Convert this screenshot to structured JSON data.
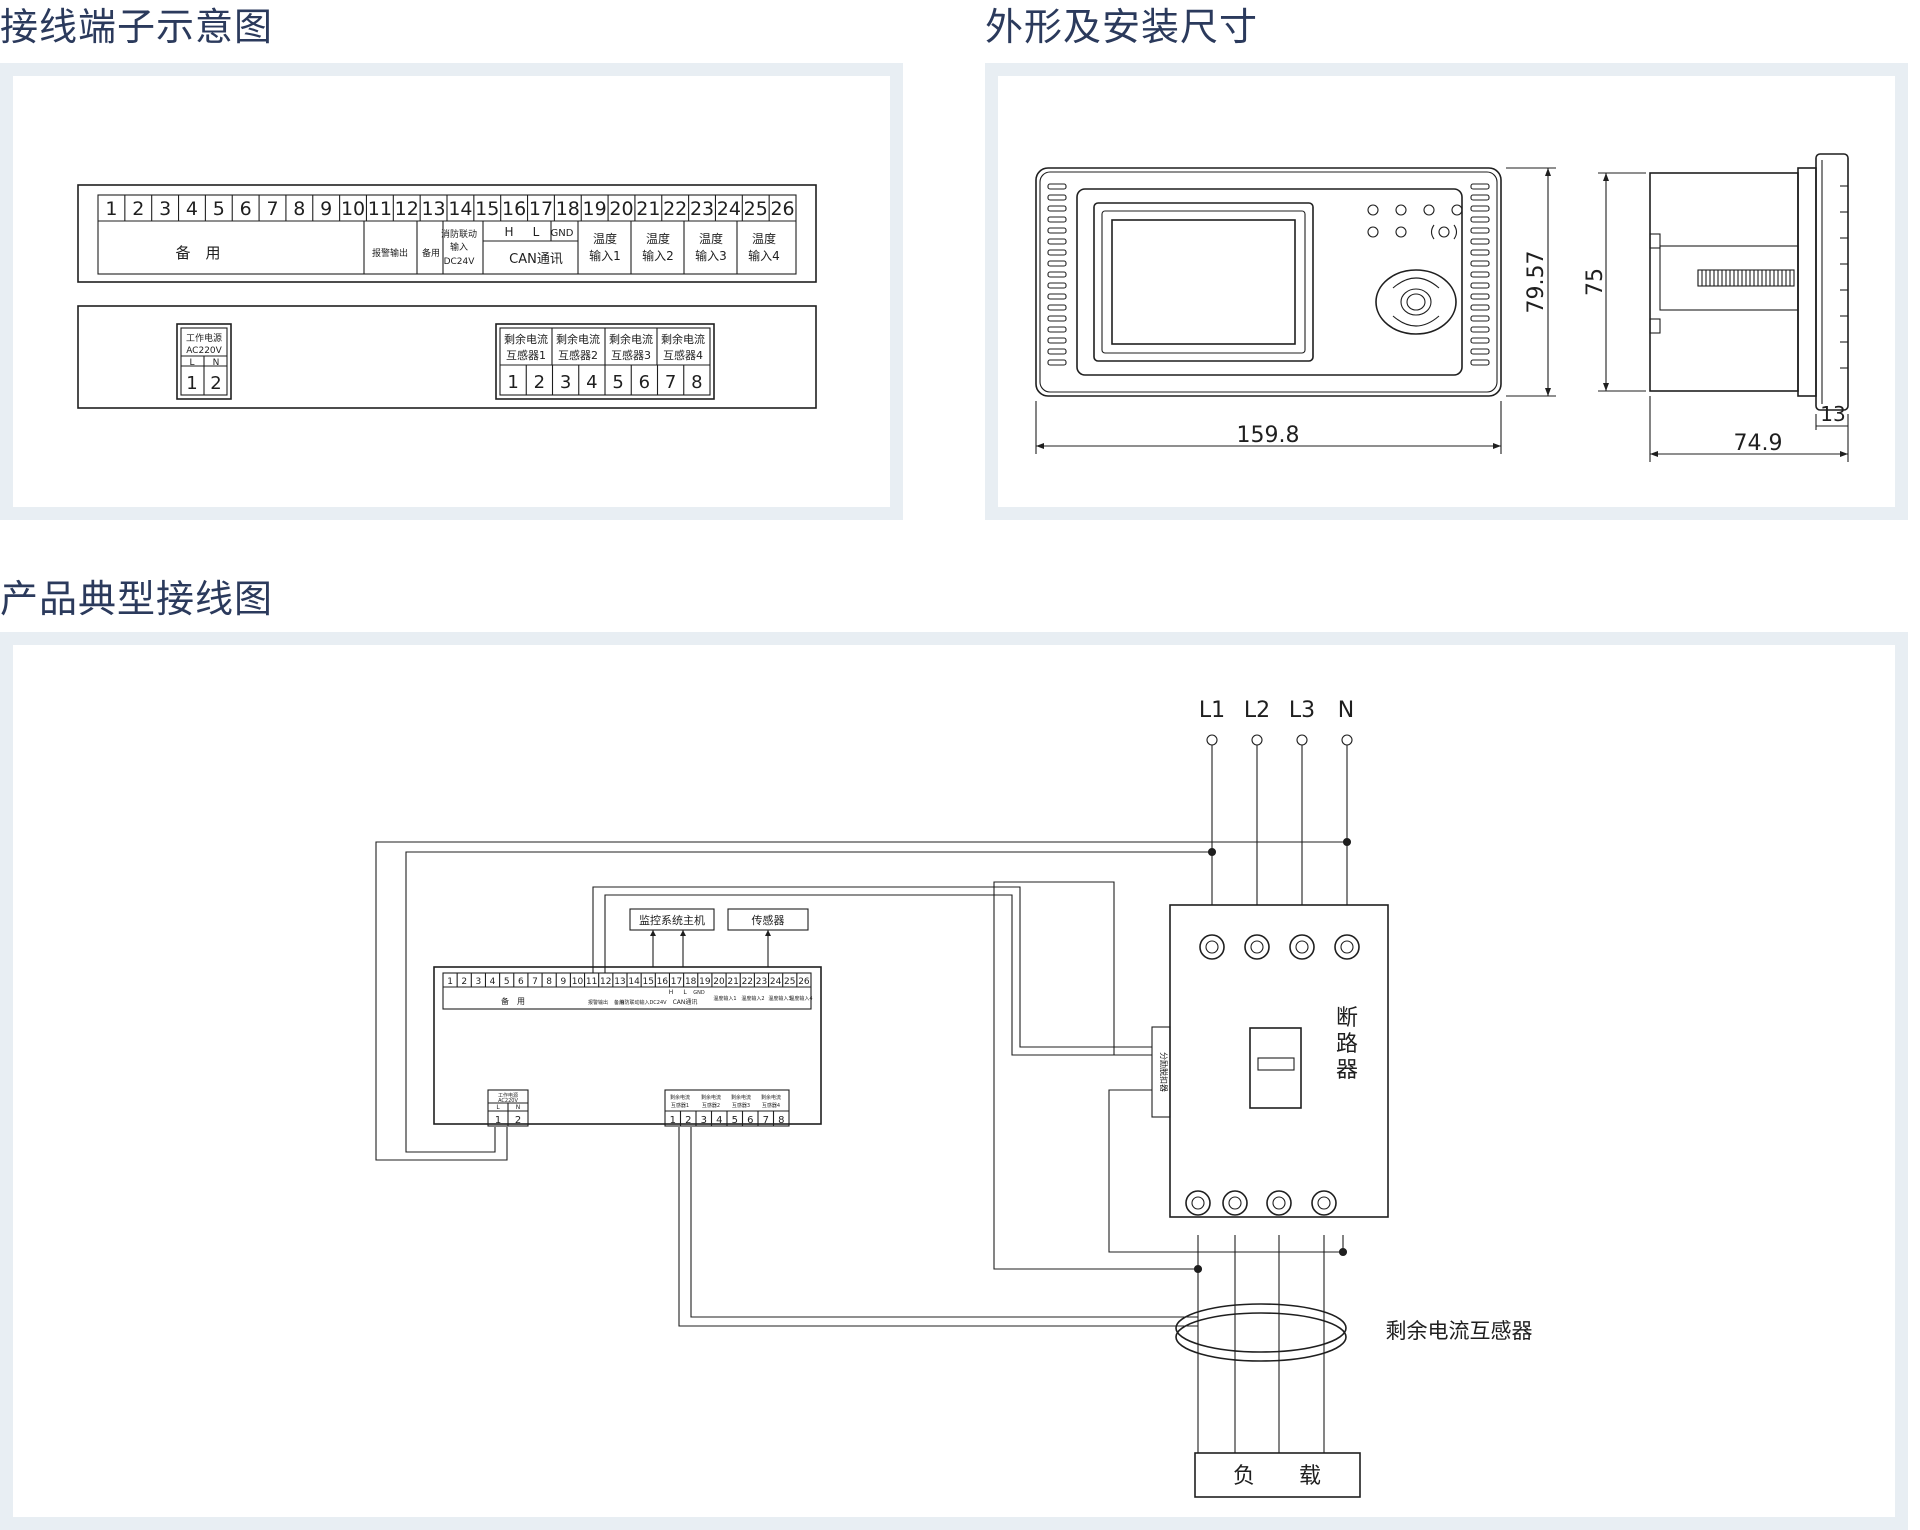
{
  "titles": {
    "terminal": "接线端子示意图",
    "dimensions": "外形及安装尺寸",
    "wiring": "产品典型接线图"
  },
  "terminal_numbers": [
    "1",
    "2",
    "3",
    "4",
    "5",
    "6",
    "7",
    "8",
    "9",
    "10",
    "11",
    "12",
    "13",
    "14",
    "15",
    "16",
    "17",
    "18",
    "19",
    "20",
    "21",
    "22",
    "23",
    "24",
    "25",
    "26"
  ],
  "terminal_top_labels": {
    "spare": "备　用",
    "alarm": "报警输出",
    "spare2": "备用",
    "fire_1": "消防联动",
    "fire_2": "输入",
    "fire_3": "DC24V",
    "h": "H",
    "l": "L",
    "gnd": "GND",
    "can": "CAN通讯",
    "temp": "温度",
    "in1": "输入1",
    "in2": "输入2",
    "in3": "输入3",
    "in4": "输入4"
  },
  "power_block": {
    "title": "工作电源",
    "voltage": "AC220V",
    "l": "L",
    "n": "N",
    "t1": "1",
    "t2": "2"
  },
  "ct_block": {
    "head1": "剩余电流",
    "head2": "互感器1",
    "head3": "互感器2",
    "head4": "互感器3",
    "head5": "互感器4",
    "numbers": [
      "1",
      "2",
      "3",
      "4",
      "5",
      "6",
      "7",
      "8"
    ]
  },
  "dimensions": {
    "width": "159.8",
    "height": "79.57",
    "depth_height": "75",
    "depth": "74.9",
    "flange": "13"
  },
  "wiring": {
    "phases": [
      "L1",
      "L2",
      "L3",
      "N"
    ],
    "host": "监控系统主机",
    "sensor": "传感器",
    "breaker": "断路器",
    "shunt": "分励脱扣器",
    "ct": "剩余电流互感器",
    "load": "负　　载",
    "mini": {
      "spare": "备　用",
      "alarm": "报警输出",
      "spare2": "备用",
      "fire": "消防联动输入DC24V",
      "can": "CAN通讯",
      "h": "H",
      "l": "L",
      "gnd": "GND",
      "temp1": "温度输入1",
      "temp2": "温度输入2",
      "temp3": "温度输入3",
      "temp4": "温度输入4"
    }
  }
}
